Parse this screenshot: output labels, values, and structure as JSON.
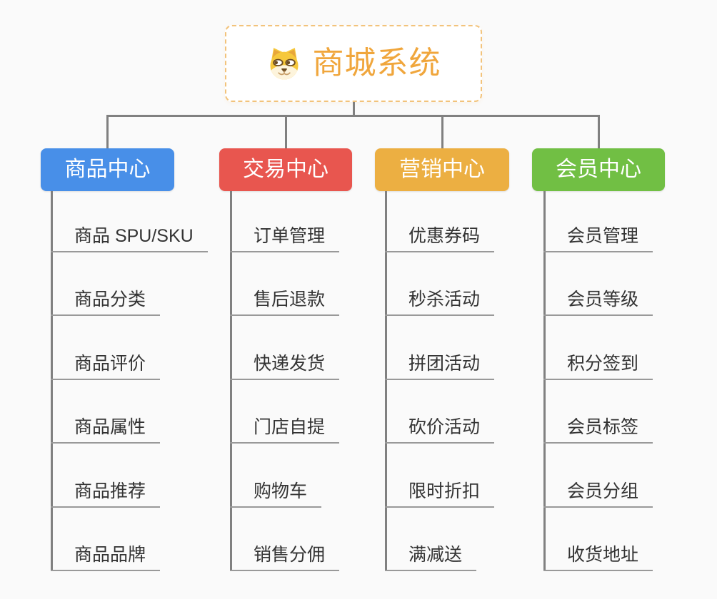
{
  "root": {
    "title": "商城系统",
    "icon": "shiba-dog-icon",
    "text_color": "#F0A63C",
    "border_color": "#F2C37B"
  },
  "branches": [
    {
      "label": "商品中心",
      "color": "#488FE8",
      "children": [
        "商品 SPU/SKU",
        "商品分类",
        "商品评价",
        "商品属性",
        "商品推荐",
        "商品品牌"
      ]
    },
    {
      "label": "交易中心",
      "color": "#E8564F",
      "children": [
        "订单管理",
        "售后退款",
        "快递发货",
        "门店自提",
        "购物车",
        "销售分佣"
      ]
    },
    {
      "label": "营销中心",
      "color": "#ECAF42",
      "children": [
        "优惠券码",
        "秒杀活动",
        "拼团活动",
        "砍价活动",
        "限时折扣",
        "满减送"
      ]
    },
    {
      "label": "会员中心",
      "color": "#71BF44",
      "children": [
        "会员管理",
        "会员等级",
        "积分签到",
        "会员标签",
        "会员分组",
        "收货地址"
      ]
    }
  ],
  "colors": {
    "background": "#FAFAFA",
    "connector": "#808080",
    "leaf_underline": "#999999",
    "leaf_text": "#333333"
  }
}
